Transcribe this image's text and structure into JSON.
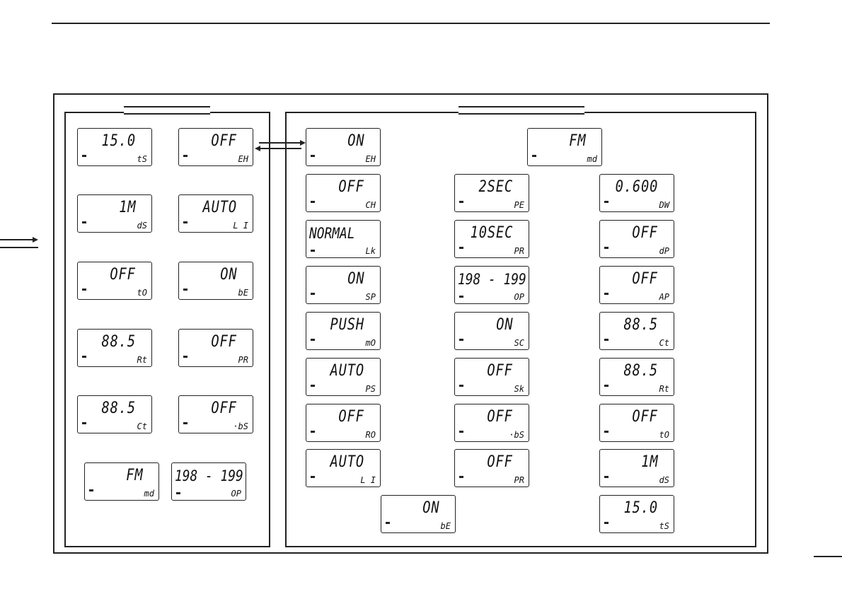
{
  "left_panel": {
    "displays": [
      {
        "main": "15.0",
        "sub": "tS"
      },
      {
        "main": "OFF",
        "sub": "EH"
      },
      {
        "main": "1M",
        "sub": "dS"
      },
      {
        "main": "AUTO",
        "sub": "L I"
      },
      {
        "main": "OFF",
        "sub": "tO"
      },
      {
        "main": "ON",
        "sub": "bE"
      },
      {
        "main": "88.5",
        "sub": "Rt"
      },
      {
        "main": "OFF",
        "sub": "PR"
      },
      {
        "main": "88.5",
        "sub": "Ct"
      },
      {
        "main": "OFF",
        "sub": "·bS"
      },
      {
        "main": "FM",
        "sub": "md"
      },
      {
        "main": "198 - 199",
        "sub": "OP"
      }
    ]
  },
  "right_panel": {
    "top": [
      {
        "main": "ON",
        "sub": "EH"
      },
      {
        "main": "FM",
        "sub": "md"
      }
    ],
    "col1": [
      {
        "main": "OFF",
        "sub": "CH"
      },
      {
        "main": "NORMAL",
        "sub": "Lk"
      },
      {
        "main": "ON",
        "sub": "SP"
      },
      {
        "main": "PUSH",
        "sub": "mO"
      },
      {
        "main": "AUTO",
        "sub": "PS"
      },
      {
        "main": "OFF",
        "sub": "RO"
      },
      {
        "main": "AUTO",
        "sub": "L I"
      }
    ],
    "col2": [
      {
        "main": "2SEC",
        "sub": "PE"
      },
      {
        "main": "10SEC",
        "sub": "PR"
      },
      {
        "main": "198 - 199",
        "sub": "OP"
      },
      {
        "main": "ON",
        "sub": "SC"
      },
      {
        "main": "OFF",
        "sub": "Sk"
      },
      {
        "main": "OFF",
        "sub": "·bS"
      },
      {
        "main": "OFF",
        "sub": "PR"
      }
    ],
    "col3": [
      {
        "main": "0.600",
        "sub": "DW"
      },
      {
        "main": "OFF",
        "sub": "dP"
      },
      {
        "main": "OFF",
        "sub": "AP"
      },
      {
        "main": "88.5",
        "sub": "Ct"
      },
      {
        "main": "88.5",
        "sub": "Rt"
      },
      {
        "main": "OFF",
        "sub": "tO"
      },
      {
        "main": "1M",
        "sub": "dS"
      },
      {
        "main": "15.0",
        "sub": "tS"
      }
    ],
    "bottom": {
      "main": "ON",
      "sub": "bE"
    }
  }
}
